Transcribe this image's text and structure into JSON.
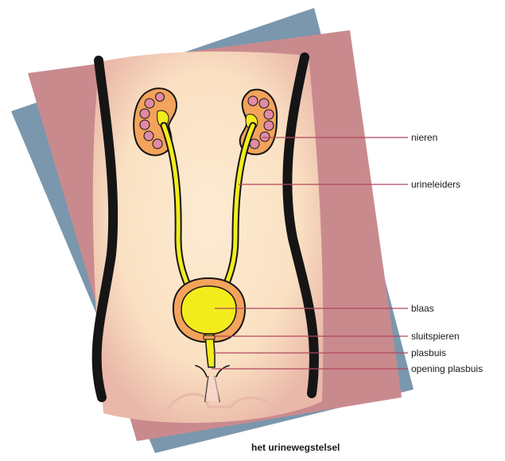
{
  "labels": {
    "nieren": "nieren",
    "urineleiders": "urineleiders",
    "blaas": "blaas",
    "sluitspieren": "sluitspieren",
    "plasbuis": "plasbuis",
    "opening_plasbuis": "opening plasbuis"
  },
  "caption": "het urinewegstelsel",
  "colors": {
    "blue_shape": "#7a97ad",
    "red_shape": "#c98a8e",
    "torso": "#fbe4c6",
    "outline": "#151515",
    "kidney": "#f3a35b",
    "kidney_lobes": "#e08aa7",
    "urine": "#f3ec1c",
    "leader_line": "#b0485c"
  }
}
